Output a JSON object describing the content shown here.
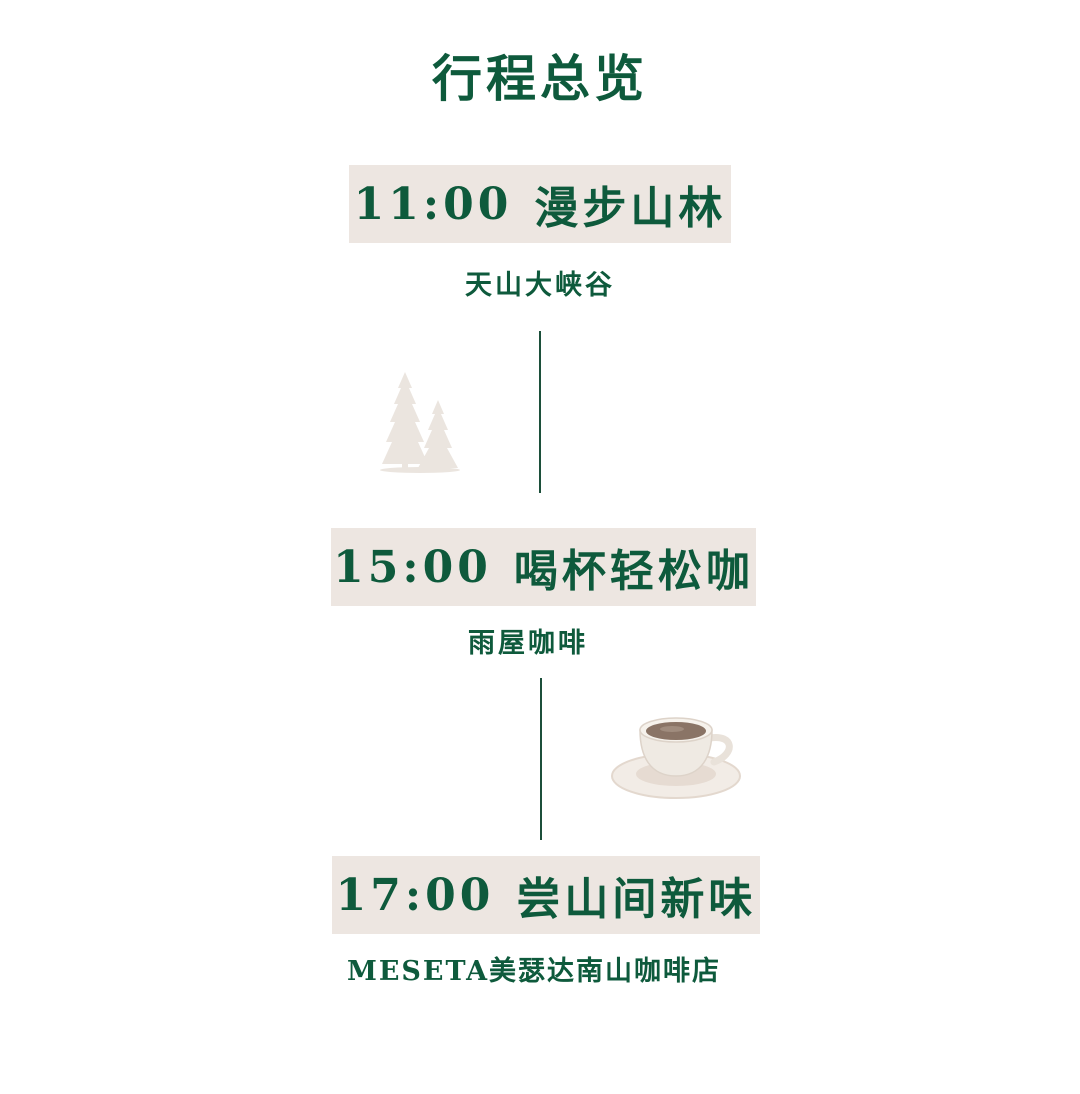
{
  "page": {
    "title": "行程总览"
  },
  "itinerary": [
    {
      "time": "11:00",
      "activity": "漫步山林",
      "place": "天山大峡谷"
    },
    {
      "time": "15:00",
      "activity": "喝杯轻松咖",
      "place": "雨屋咖啡"
    },
    {
      "time": "17:00",
      "activity": "尝山间新味",
      "place": "MESETA美瑟达南山咖啡店"
    }
  ],
  "decorations": {
    "tree": "pine-trees-icon",
    "cup": "coffee-cup-icon"
  },
  "colors": {
    "accent_green": "#0e5a3c",
    "box_beige": "#ede6e1",
    "tree_beige": "#ebe5df"
  }
}
